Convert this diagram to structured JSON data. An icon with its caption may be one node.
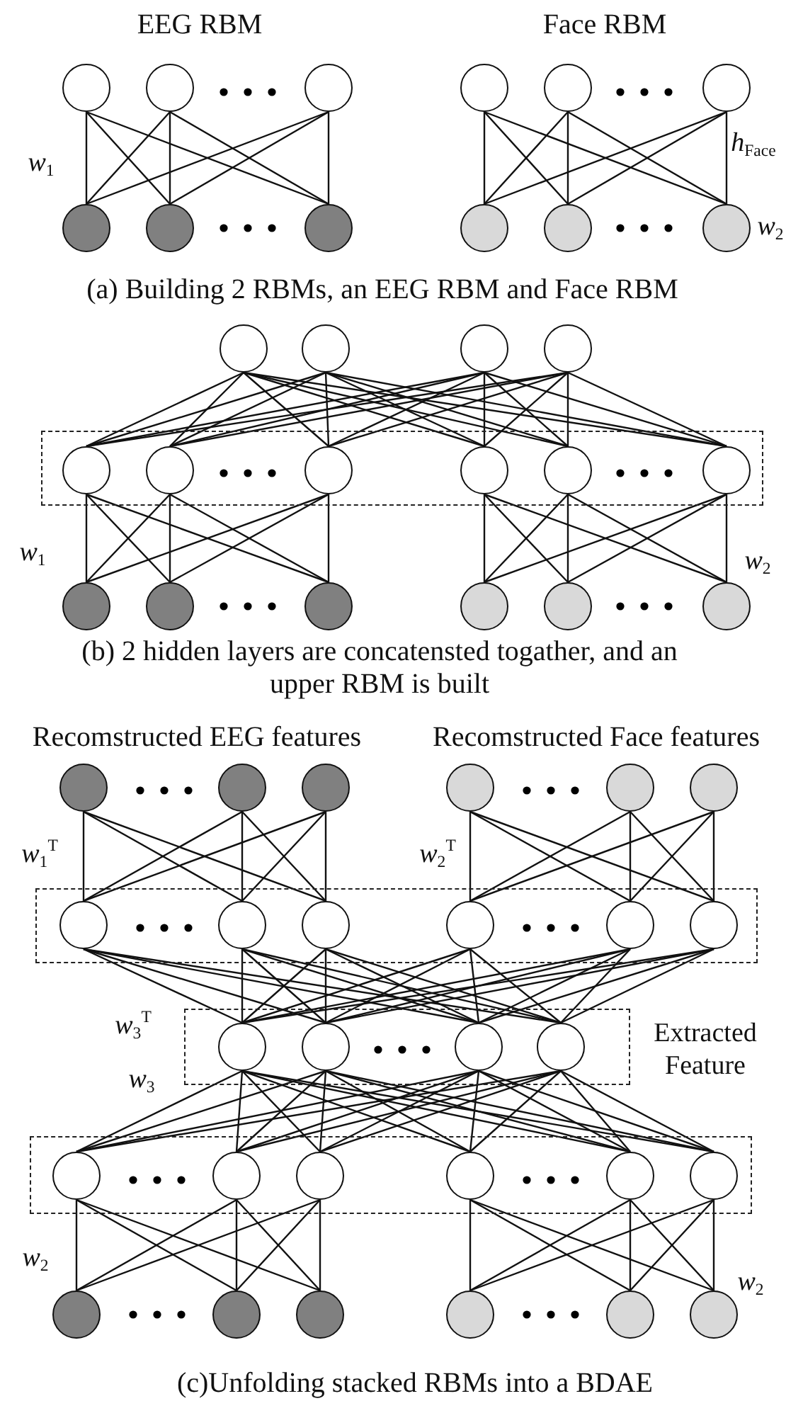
{
  "diagram": {
    "nodes": [
      {
        "text": [],
        "shape": "circle"
      },
      {
        "text": [],
        "shape": "circle"
      },
      {
        "text": [],
        "shape": "circle"
      },
      {
        "text": [],
        "shape": "circle"
      },
      {
        "text": [],
        "shape": "circle"
      },
      {
        "text": [],
        "shape": "circle"
      },
      {
        "text": [],
        "shape": "circle"
      },
      {
        "text": [],
        "shape": "circle"
      },
      {
        "text": [],
        "shape": "circle"
      },
      {
        "text": [],
        "shape": "circle"
      },
      {
        "text": [],
        "shape": "circle"
      },
      {
        "text": [],
        "shape": "circle"
      },
      {
        "text": [],
        "shape": "circle"
      },
      {
        "text": [],
        "shape": "circle"
      },
      {
        "text": [],
        "shape": "circle"
      },
      {
        "text": [],
        "shape": "circle"
      },
      {
        "text": [],
        "shape": "box"
      },
      {
        "text": [],
        "shape": "circle",
        "in": 16
      },
      {
        "text": [],
        "shape": "circle",
        "in": 16
      },
      {
        "text": [],
        "shape": "circle",
        "in": 16
      },
      {
        "text": [],
        "shape": "circle",
        "in": 16
      },
      {
        "text": [],
        "shape": "circle",
        "in": 16
      },
      {
        "text": [],
        "shape": "circle",
        "in": 16
      },
      {
        "text": [],
        "shape": "circle"
      },
      {
        "text": [],
        "shape": "circle"
      },
      {
        "text": [],
        "shape": "circle"
      },
      {
        "text": [],
        "shape": "circle"
      },
      {
        "text": [],
        "shape": "circle"
      },
      {
        "text": [],
        "shape": "circle"
      },
      {
        "text": [],
        "shape": "circle"
      },
      {
        "text": [],
        "shape": "circle"
      },
      {
        "text": [],
        "shape": "circle"
      },
      {
        "text": [],
        "shape": "circle"
      },
      {
        "text": [],
        "shape": "circle"
      },
      {
        "text": [],
        "shape": "circle"
      },
      {
        "text": [],
        "shape": "box"
      },
      {
        "text": [],
        "shape": "circle",
        "in": 35
      },
      {
        "text": [],
        "shape": "circle",
        "in": 35
      },
      {
        "text": [],
        "shape": "circle",
        "in": 35
      },
      {
        "text": [],
        "shape": "circle",
        "in": 35
      },
      {
        "text": [],
        "shape": "circle",
        "in": 35
      },
      {
        "text": [],
        "shape": "circle",
        "in": 35
      },
      {
        "text": [],
        "shape": "box",
        "beside": [
          "Extracted Feature"
        ]
      },
      {
        "text": [],
        "shape": "circle",
        "in": 42
      },
      {
        "text": [],
        "shape": "circle",
        "in": 42
      },
      {
        "text": [],
        "shape": "circle",
        "in": 42
      },
      {
        "text": [],
        "shape": "circle",
        "in": 42
      },
      {
        "text": [],
        "shape": "box"
      },
      {
        "text": [],
        "shape": "circle",
        "in": 47
      },
      {
        "text": [],
        "shape": "circle",
        "in": 47
      },
      {
        "text": [],
        "shape": "circle",
        "in": 47
      },
      {
        "text": [],
        "shape": "circle",
        "in": 47
      },
      {
        "text": [],
        "shape": "circle",
        "in": 47
      },
      {
        "text": [],
        "shape": "circle",
        "in": 47
      },
      {
        "text": [],
        "shape": "circle"
      },
      {
        "text": [],
        "shape": "circle"
      },
      {
        "text": [],
        "shape": "circle"
      },
      {
        "text": [],
        "shape": "circle"
      },
      {
        "text": [],
        "shape": "circle"
      },
      {
        "text": [],
        "shape": "circle"
      }
    ],
    "edges": [
      {
        "from": 0,
        "to": 6,
        "arrow": "none"
      },
      {
        "from": 0,
        "to": 7,
        "arrow": "none"
      },
      {
        "from": 0,
        "to": 8,
        "arrow": "none"
      },
      {
        "from": 1,
        "to": 6,
        "arrow": "none"
      },
      {
        "from": 1,
        "to": 7,
        "arrow": "none"
      },
      {
        "from": 1,
        "to": 8,
        "arrow": "none"
      },
      {
        "from": 2,
        "to": 6,
        "arrow": "none"
      },
      {
        "from": 2,
        "to": 7,
        "arrow": "none"
      },
      {
        "from": 2,
        "to": 8,
        "arrow": "none"
      },
      {
        "from": 3,
        "to": 9,
        "arrow": "none"
      },
      {
        "from": 3,
        "to": 10,
        "arrow": "none"
      },
      {
        "from": 3,
        "to": 11,
        "arrow": "none"
      },
      {
        "from": 4,
        "to": 9,
        "arrow": "none"
      },
      {
        "from": 4,
        "to": 10,
        "arrow": "none"
      },
      {
        "from": 4,
        "to": 11,
        "arrow": "none"
      },
      {
        "from": 5,
        "to": 9,
        "arrow": "none"
      },
      {
        "from": 5,
        "to": 10,
        "arrow": "none"
      },
      {
        "from": 5,
        "to": 11,
        "arrow": "none"
      },
      {
        "from": 12,
        "to": 17,
        "arrow": "none"
      },
      {
        "from": 12,
        "to": 18,
        "arrow": "none"
      },
      {
        "from": 12,
        "to": 19,
        "arrow": "none"
      },
      {
        "from": 12,
        "to": 20,
        "arrow": "none"
      },
      {
        "from": 12,
        "to": 21,
        "arrow": "none"
      },
      {
        "from": 12,
        "to": 22,
        "arrow": "none"
      },
      {
        "from": 13,
        "to": 17,
        "arrow": "none"
      },
      {
        "from": 13,
        "to": 18,
        "arrow": "none"
      },
      {
        "from": 13,
        "to": 19,
        "arrow": "none"
      },
      {
        "from": 13,
        "to": 20,
        "arrow": "none"
      },
      {
        "from": 13,
        "to": 21,
        "arrow": "none"
      },
      {
        "from": 13,
        "to": 22,
        "arrow": "none"
      },
      {
        "from": 14,
        "to": 17,
        "arrow": "none"
      },
      {
        "from": 14,
        "to": 18,
        "arrow": "none"
      },
      {
        "from": 14,
        "to": 19,
        "arrow": "none"
      },
      {
        "from": 14,
        "to": 20,
        "arrow": "none"
      },
      {
        "from": 14,
        "to": 21,
        "arrow": "none"
      },
      {
        "from": 14,
        "to": 22,
        "arrow": "none"
      },
      {
        "from": 15,
        "to": 17,
        "arrow": "none"
      },
      {
        "from": 15,
        "to": 18,
        "arrow": "none"
      },
      {
        "from": 15,
        "to": 19,
        "arrow": "none"
      },
      {
        "from": 15,
        "to": 20,
        "arrow": "none"
      },
      {
        "from": 15,
        "to": 21,
        "arrow": "none"
      },
      {
        "from": 15,
        "to": 22,
        "arrow": "none"
      },
      {
        "from": 17,
        "to": 23,
        "arrow": "none"
      },
      {
        "from": 17,
        "to": 24,
        "arrow": "none"
      },
      {
        "from": 17,
        "to": 25,
        "arrow": "none"
      },
      {
        "from": 18,
        "to": 23,
        "arrow": "none"
      },
      {
        "from": 18,
        "to": 24,
        "arrow": "none"
      },
      {
        "from": 18,
        "to": 25,
        "arrow": "none"
      },
      {
        "from": 19,
        "to": 23,
        "arrow": "none"
      },
      {
        "from": 19,
        "to": 24,
        "arrow": "none"
      },
      {
        "from": 19,
        "to": 25,
        "arrow": "none"
      },
      {
        "from": 20,
        "to": 26,
        "arrow": "none"
      },
      {
        "from": 20,
        "to": 27,
        "arrow": "none"
      },
      {
        "from": 20,
        "to": 28,
        "arrow": "none"
      },
      {
        "from": 21,
        "to": 26,
        "arrow": "none"
      },
      {
        "from": 21,
        "to": 27,
        "arrow": "none"
      },
      {
        "from": 21,
        "to": 28,
        "arrow": "none"
      },
      {
        "from": 22,
        "to": 26,
        "arrow": "none"
      },
      {
        "from": 22,
        "to": 27,
        "arrow": "none"
      },
      {
        "from": 22,
        "to": 28,
        "arrow": "none"
      },
      {
        "from": 29,
        "to": 36,
        "arrow": "none"
      },
      {
        "from": 29,
        "to": 37,
        "arrow": "none"
      },
      {
        "from": 29,
        "to": 38,
        "arrow": "none"
      },
      {
        "from": 30,
        "to": 36,
        "arrow": "none"
      },
      {
        "from": 30,
        "to": 37,
        "arrow": "none"
      },
      {
        "from": 30,
        "to": 38,
        "arrow": "none"
      },
      {
        "from": 31,
        "to": 36,
        "arrow": "none"
      },
      {
        "from": 31,
        "to": 37,
        "arrow": "none"
      },
      {
        "from": 31,
        "to": 38,
        "arrow": "none"
      },
      {
        "from": 32,
        "to": 39,
        "arrow": "none"
      },
      {
        "from": 32,
        "to": 40,
        "arrow": "none"
      },
      {
        "from": 32,
        "to": 41,
        "arrow": "none"
      },
      {
        "from": 33,
        "to": 39,
        "arrow": "none"
      },
      {
        "from": 33,
        "to": 40,
        "arrow": "none"
      },
      {
        "from": 33,
        "to": 41,
        "arrow": "none"
      },
      {
        "from": 34,
        "to": 39,
        "arrow": "none"
      },
      {
        "from": 34,
        "to": 40,
        "arrow": "none"
      },
      {
        "from": 34,
        "to": 41,
        "arrow": "none"
      },
      {
        "from": 36,
        "to": 43,
        "arrow": "none"
      },
      {
        "from": 36,
        "to": 44,
        "arrow": "none"
      },
      {
        "from": 36,
        "to": 45,
        "arrow": "none"
      },
      {
        "from": 36,
        "to": 46,
        "arrow": "none"
      },
      {
        "from": 37,
        "to": 43,
        "arrow": "none"
      },
      {
        "from": 37,
        "to": 44,
        "arrow": "none"
      },
      {
        "from": 37,
        "to": 45,
        "arrow": "none"
      },
      {
        "from": 37,
        "to": 46,
        "arrow": "none"
      },
      {
        "from": 38,
        "to": 43,
        "arrow": "none"
      },
      {
        "from": 38,
        "to": 44,
        "arrow": "none"
      },
      {
        "from": 38,
        "to": 45,
        "arrow": "none"
      },
      {
        "from": 38,
        "to": 46,
        "arrow": "none"
      },
      {
        "from": 39,
        "to": 43,
        "arrow": "none"
      },
      {
        "from": 39,
        "to": 44,
        "arrow": "none"
      },
      {
        "from": 39,
        "to": 45,
        "arrow": "none"
      },
      {
        "from": 39,
        "to": 46,
        "arrow": "none"
      },
      {
        "from": 40,
        "to": 43,
        "arrow": "none"
      },
      {
        "from": 40,
        "to": 44,
        "arrow": "none"
      },
      {
        "from": 40,
        "to": 45,
        "arrow": "none"
      },
      {
        "from": 40,
        "to": 46,
        "arrow": "none"
      },
      {
        "from": 41,
        "to": 43,
        "arrow": "none"
      },
      {
        "from": 41,
        "to": 44,
        "arrow": "none"
      },
      {
        "from": 41,
        "to": 45,
        "arrow": "none"
      },
      {
        "from": 41,
        "to": 46,
        "arrow": "none"
      },
      {
        "from": 43,
        "to": 48,
        "arrow": "none"
      },
      {
        "from": 43,
        "to": 49,
        "arrow": "none"
      },
      {
        "from": 43,
        "to": 50,
        "arrow": "none"
      },
      {
        "from": 43,
        "to": 51,
        "arrow": "none"
      },
      {
        "from": 43,
        "to": 52,
        "arrow": "none"
      },
      {
        "from": 43,
        "to": 53,
        "arrow": "none"
      },
      {
        "from": 44,
        "to": 48,
        "arrow": "none"
      },
      {
        "from": 44,
        "to": 49,
        "arrow": "none"
      },
      {
        "from": 44,
        "to": 50,
        "arrow": "none"
      },
      {
        "from": 44,
        "to": 51,
        "arrow": "none"
      },
      {
        "from": 44,
        "to": 52,
        "arrow": "none"
      },
      {
        "from": 44,
        "to": 53,
        "arrow": "none"
      },
      {
        "from": 45,
        "to": 48,
        "arrow": "none"
      },
      {
        "from": 45,
        "to": 49,
        "arrow": "none"
      },
      {
        "from": 45,
        "to": 50,
        "arrow": "none"
      },
      {
        "from": 45,
        "to": 51,
        "arrow": "none"
      },
      {
        "from": 45,
        "to": 52,
        "arrow": "none"
      },
      {
        "from": 45,
        "to": 53,
        "arrow": "none"
      },
      {
        "from": 46,
        "to": 48,
        "arrow": "none"
      },
      {
        "from": 46,
        "to": 49,
        "arrow": "none"
      },
      {
        "from": 46,
        "to": 50,
        "arrow": "none"
      },
      {
        "from": 46,
        "to": 51,
        "arrow": "none"
      },
      {
        "from": 46,
        "to": 52,
        "arrow": "none"
      },
      {
        "from": 46,
        "to": 53,
        "arrow": "none"
      },
      {
        "from": 48,
        "to": 54,
        "arrow": "none"
      },
      {
        "from": 48,
        "to": 55,
        "arrow": "none"
      },
      {
        "from": 48,
        "to": 56,
        "arrow": "none"
      },
      {
        "from": 49,
        "to": 54,
        "arrow": "none"
      },
      {
        "from": 49,
        "to": 55,
        "arrow": "none"
      },
      {
        "from": 49,
        "to": 56,
        "arrow": "none"
      },
      {
        "from": 50,
        "to": 54,
        "arrow": "none"
      },
      {
        "from": 50,
        "to": 55,
        "arrow": "none"
      },
      {
        "from": 50,
        "to": 56,
        "arrow": "none"
      },
      {
        "from": 51,
        "to": 57,
        "arrow": "none"
      },
      {
        "from": 51,
        "to": 58,
        "arrow": "none"
      },
      {
        "from": 51,
        "to": 59,
        "arrow": "none"
      },
      {
        "from": 52,
        "to": 57,
        "arrow": "none"
      },
      {
        "from": 52,
        "to": 58,
        "arrow": "none"
      },
      {
        "from": 52,
        "to": 59,
        "arrow": "none"
      },
      {
        "from": 53,
        "to": 57,
        "arrow": "none"
      },
      {
        "from": 53,
        "to": 58,
        "arrow": "none"
      },
      {
        "from": 53,
        "to": 59,
        "arrow": "none"
      }
    ],
    "labels": [
      "EEG RBM",
      "Face RBM",
      "*w*$_{1}$",
      "*h*$_{Face}$",
      "*w*$_{2}$",
      "(a) Building 2 RBMs, an EEG RBM and Face RBM",
      "*w*$_{1}$",
      "*w*$_{2}$",
      "(b) 2 hidden layers are concatensted togather, and an upper RBM is built",
      "Recomstructed EEG features",
      "Recomstructed Face features",
      "*w*$_{1}$$^{T}$",
      "*w*$_{2}$$^{T}$",
      "*w*$_{3}$$^{T}$",
      "*w*$_{3}$",
      "*w*$_{2}$",
      "*w*$_{2}$",
      "(c)Unfolding stacked RBMs into a BDAE"
    ]
  }
}
